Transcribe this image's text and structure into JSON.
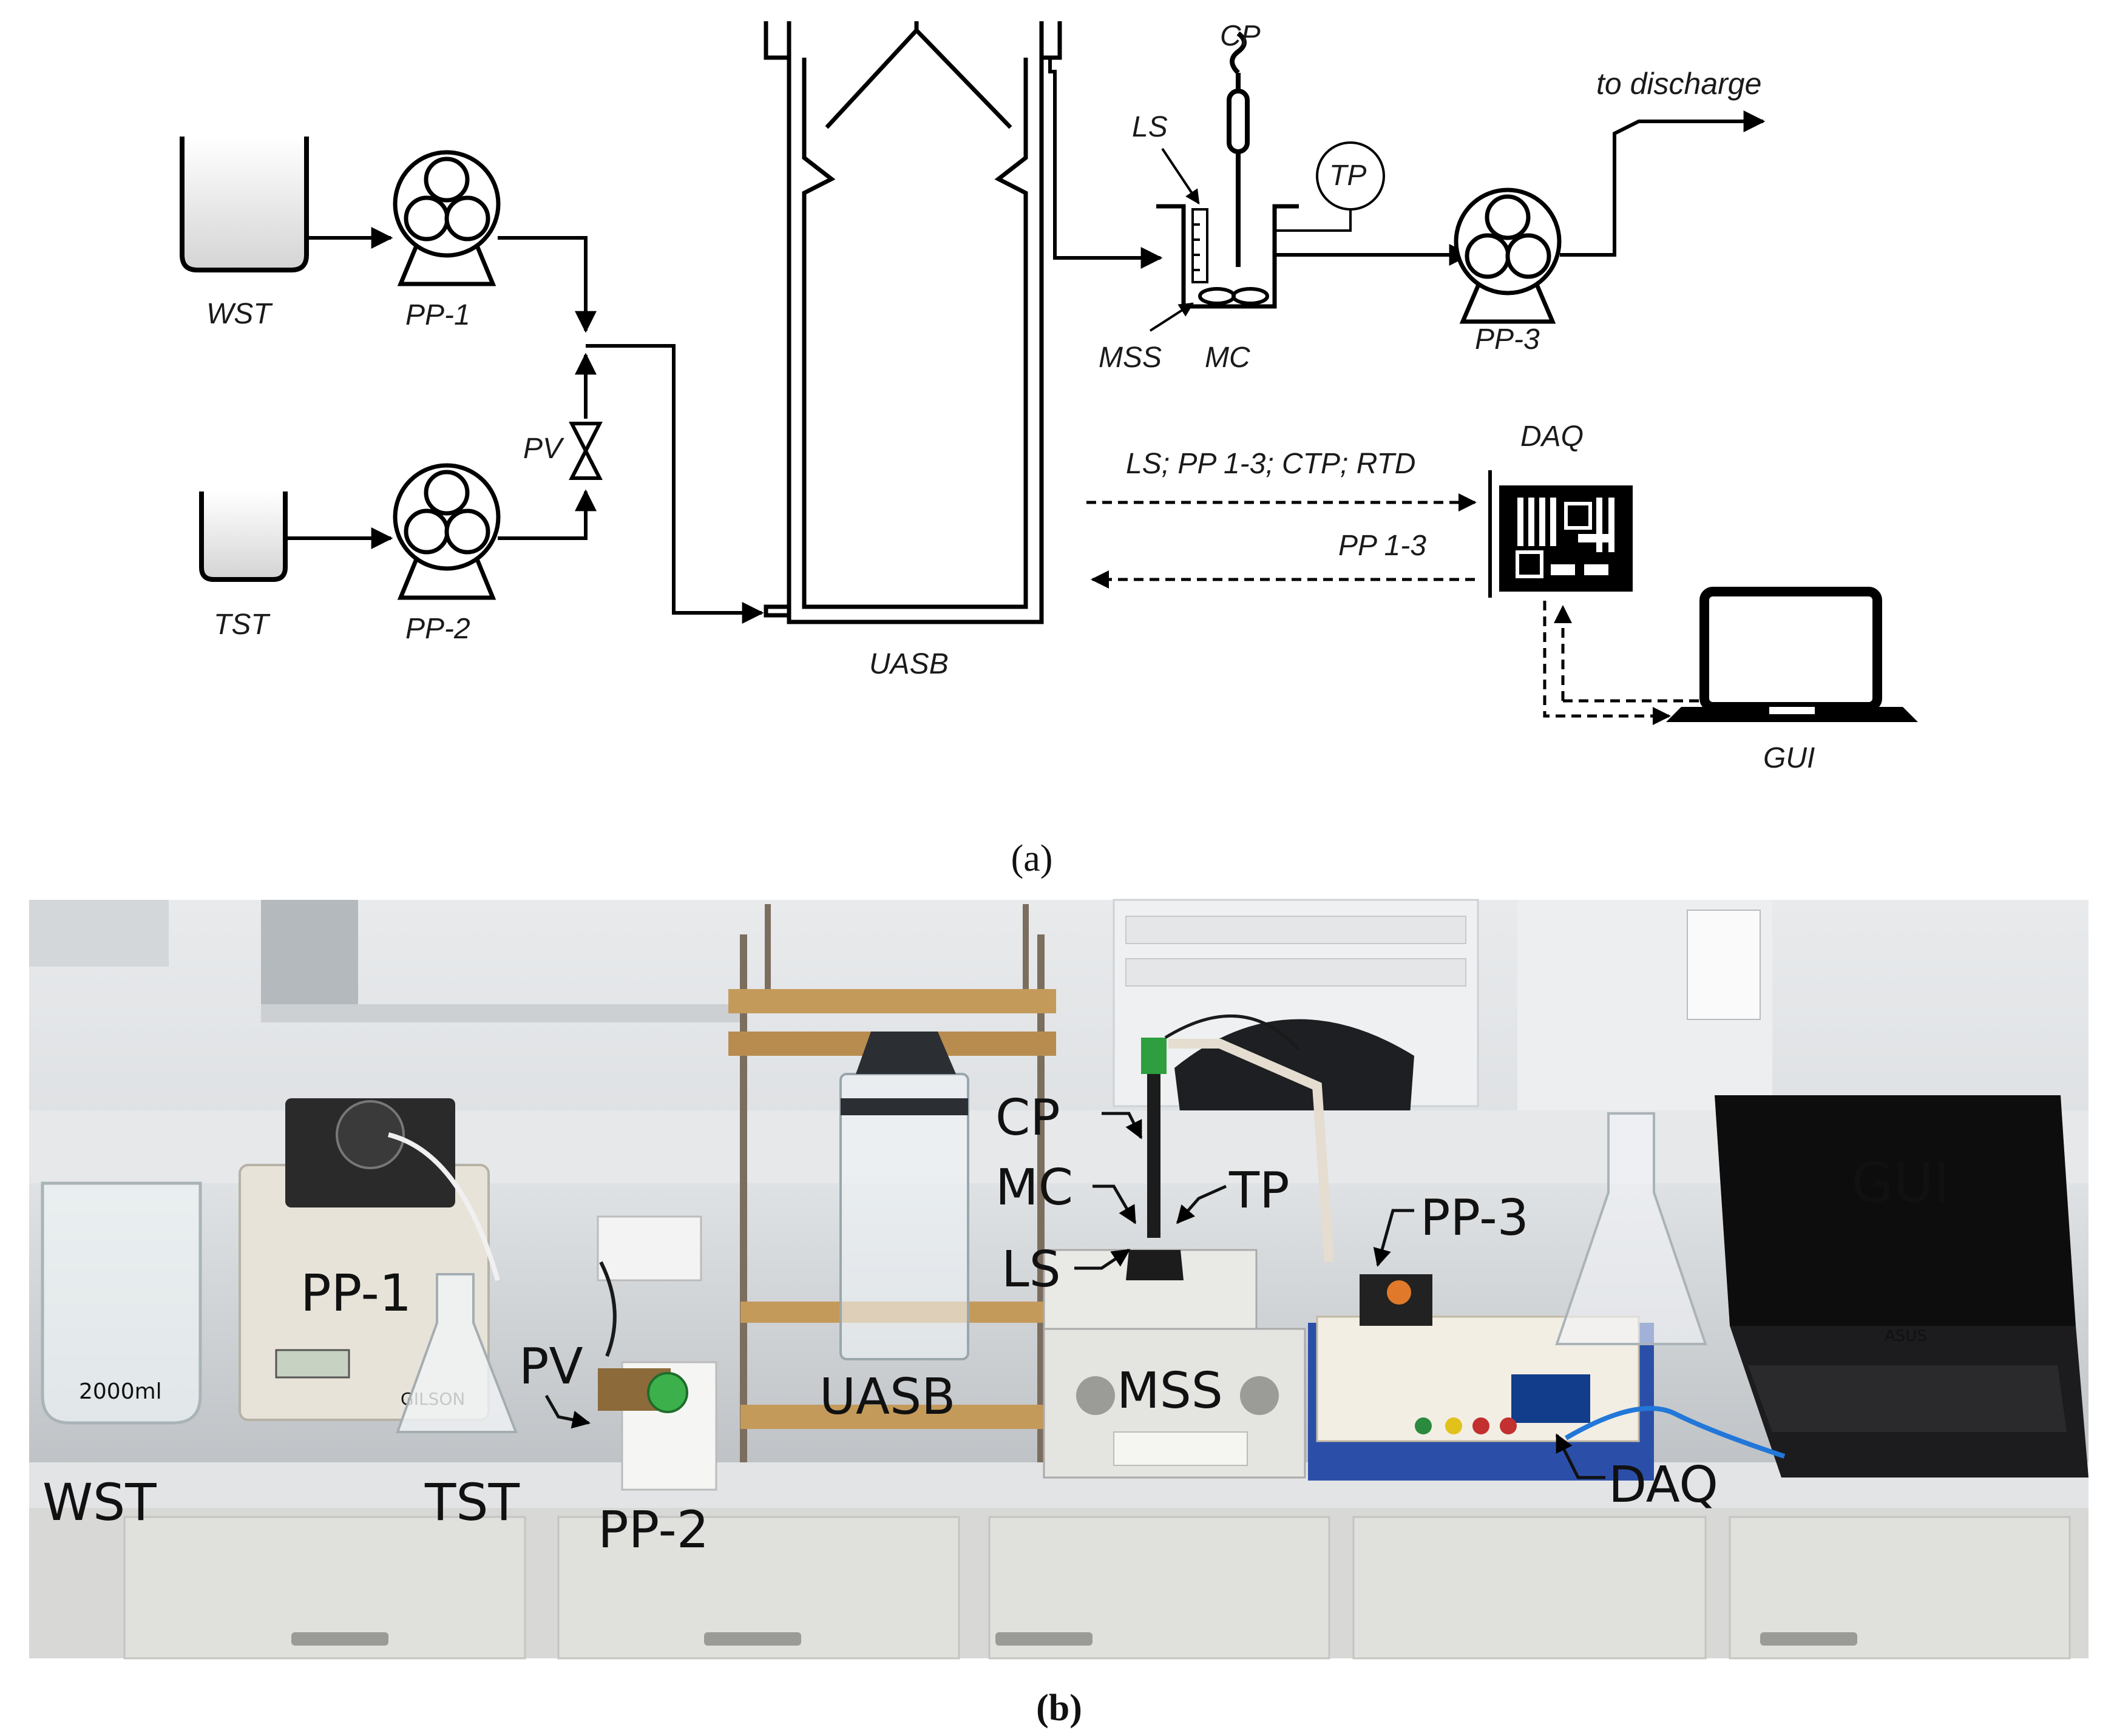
{
  "panel_a": {
    "caption": "(a)",
    "labels": {
      "wst": "WST",
      "tst": "TST",
      "pp1": "PP-1",
      "pp2": "PP-2",
      "pp3": "PP-3",
      "pv": "PV",
      "uasb": "UASB",
      "cp": "CP",
      "ls": "LS",
      "tp": "TP",
      "mss": "MSS",
      "mc": "MC",
      "daq": "DAQ",
      "gui": "GUI",
      "discharge": "to discharge",
      "signals_in": "LS; PP 1-3; CTP; RTD",
      "signals_out": "PP 1-3"
    }
  },
  "panel_b": {
    "caption": "(b)",
    "labels": {
      "cp": "CP",
      "mc": "MC",
      "ls": "LS",
      "tp": "TP",
      "pp3": "PP-3",
      "gui": "GUI",
      "pp1": "PP-1",
      "pv": "PV",
      "uasb": "UASB",
      "mss": "MSS",
      "wst": "WST",
      "tst": "TST",
      "pp2": "PP-2",
      "daq": "DAQ"
    },
    "device_text": {
      "gilson": "GILSON",
      "beaker": "2000ml",
      "laptop_brand": "ASUS"
    }
  },
  "colors": {
    "line": "#000000",
    "tank_fill": "#e6e6e6",
    "photo_wall": "#d9dcdf",
    "bench": "#c9cdd1",
    "cabinet": "#dcdcd8"
  }
}
